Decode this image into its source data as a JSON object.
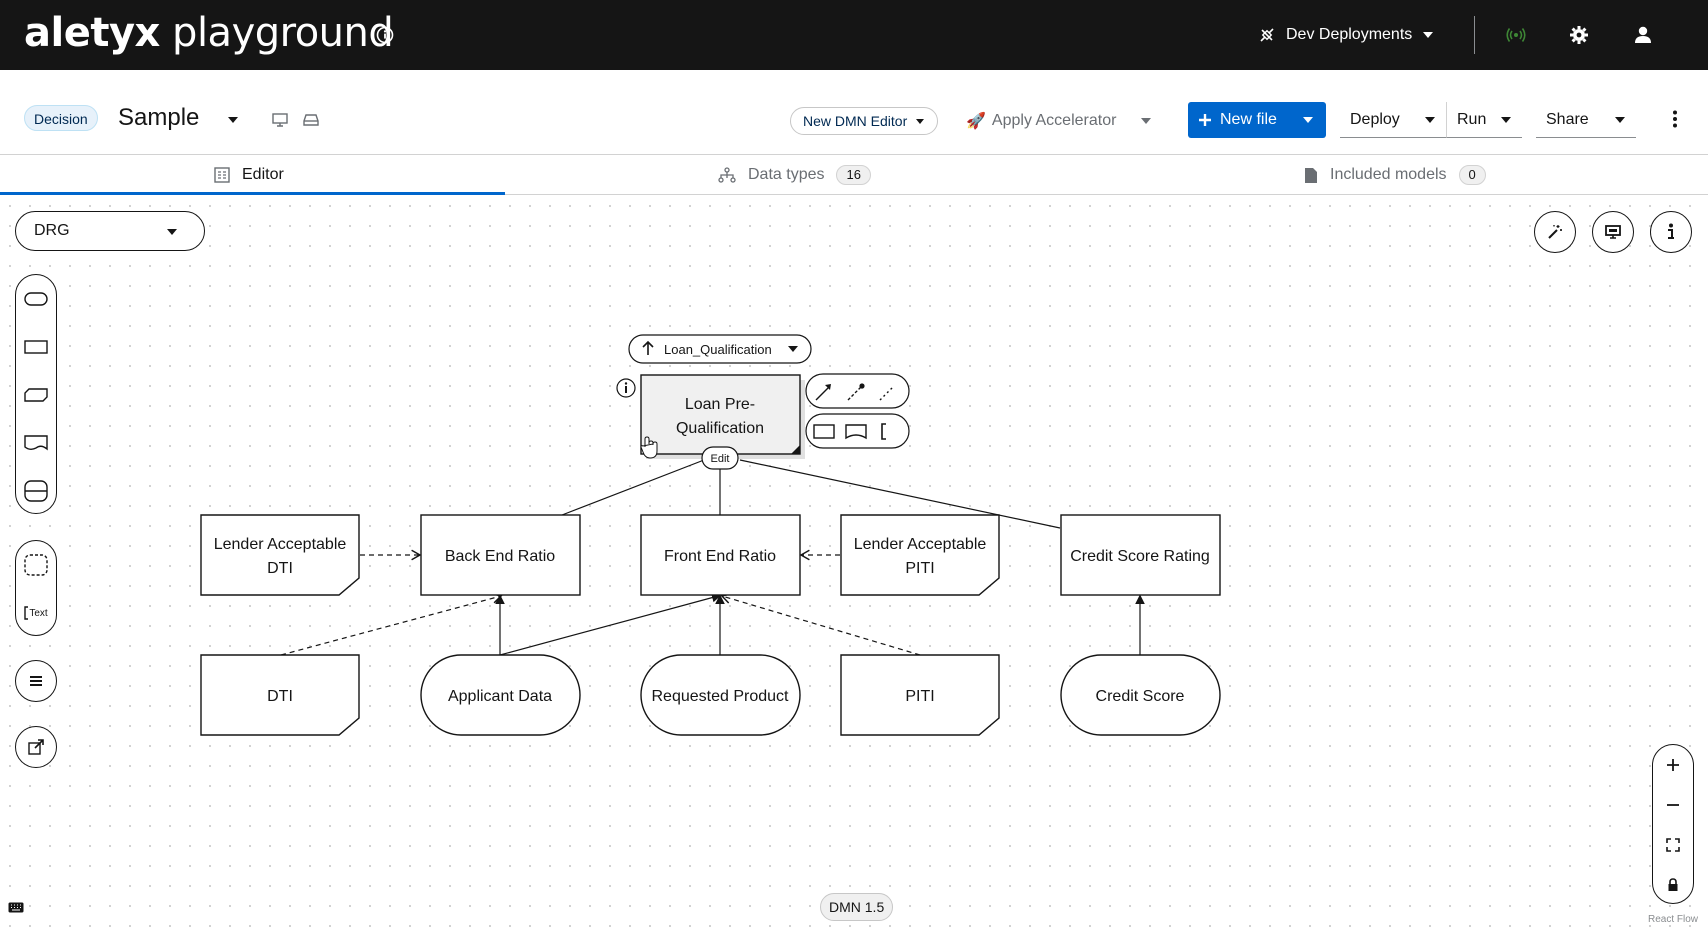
{
  "masthead": {
    "brand_bold": "aletyx",
    "brand_light": "playground",
    "deployments_label": "Dev Deployments",
    "icons": [
      "info-icon",
      "satellite-off-icon",
      "broadcast-icon",
      "gear-icon",
      "user-icon"
    ],
    "accent_color": "#3e8635"
  },
  "header": {
    "badge": "Decision",
    "file_name": "Sample",
    "editor_selector": "New DMN Editor",
    "accelerator": "Apply Accelerator",
    "new_file": "New file",
    "deploy": "Deploy",
    "run": "Run",
    "share": "Share",
    "primary_color": "#0066cc"
  },
  "tabs": [
    {
      "label": "Editor",
      "count": ""
    },
    {
      "label": "Data types",
      "count": "16"
    },
    {
      "label": "Included models",
      "count": "0"
    }
  ],
  "canvas": {
    "view_select": "DRG",
    "palette_text_tool": "Text",
    "dmn_version": "DMN 1.5",
    "attribution": "React Flow",
    "selected_parent": "Loan_Qualification",
    "edit_label": "Edit"
  },
  "nodes": {
    "loan_prequal": {
      "line1": "Loan Pre-",
      "line2": "Qualification"
    },
    "lender_dti": {
      "line1": "Lender Acceptable",
      "line2": "DTI"
    },
    "back_end_ratio": "Back End Ratio",
    "front_end_ratio": "Front End Ratio",
    "lender_piti": {
      "line1": "Lender Acceptable",
      "line2": "PITI"
    },
    "credit_score_rating": "Credit Score Rating",
    "dti": "DTI",
    "applicant_data": "Applicant Data",
    "requested_product": "Requested Product",
    "piti": "PITI",
    "credit_score": "Credit Score"
  }
}
